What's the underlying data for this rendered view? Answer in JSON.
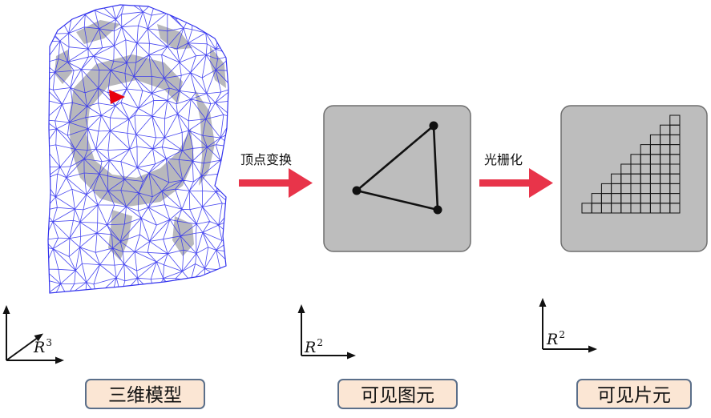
{
  "stages": [
    {
      "name": "model",
      "label": "三维模型",
      "space": "R",
      "dim": "3"
    },
    {
      "name": "primitive",
      "label": "可见图元",
      "space": "R",
      "dim": "2"
    },
    {
      "name": "fragment",
      "label": "可见片元",
      "space": "R",
      "dim": "2"
    }
  ],
  "arrows": [
    {
      "label": "顶点变换"
    },
    {
      "label": "光栅化"
    }
  ],
  "colors": {
    "mesh_line": "#3333ee",
    "mesh_fill": "#ffffff",
    "mesh_shade": "#b8b8bc",
    "highlight": "#e80010",
    "arrow": "#e8344a",
    "panel": "#bdbdbd",
    "panel_border": "#6f6f6f",
    "label_fill": "#fbe6d4",
    "label_border": "#5b6f8a"
  },
  "icons": [
    "mesh-model-icon",
    "triangle-icon",
    "raster-grid-icon",
    "axes-icon"
  ]
}
